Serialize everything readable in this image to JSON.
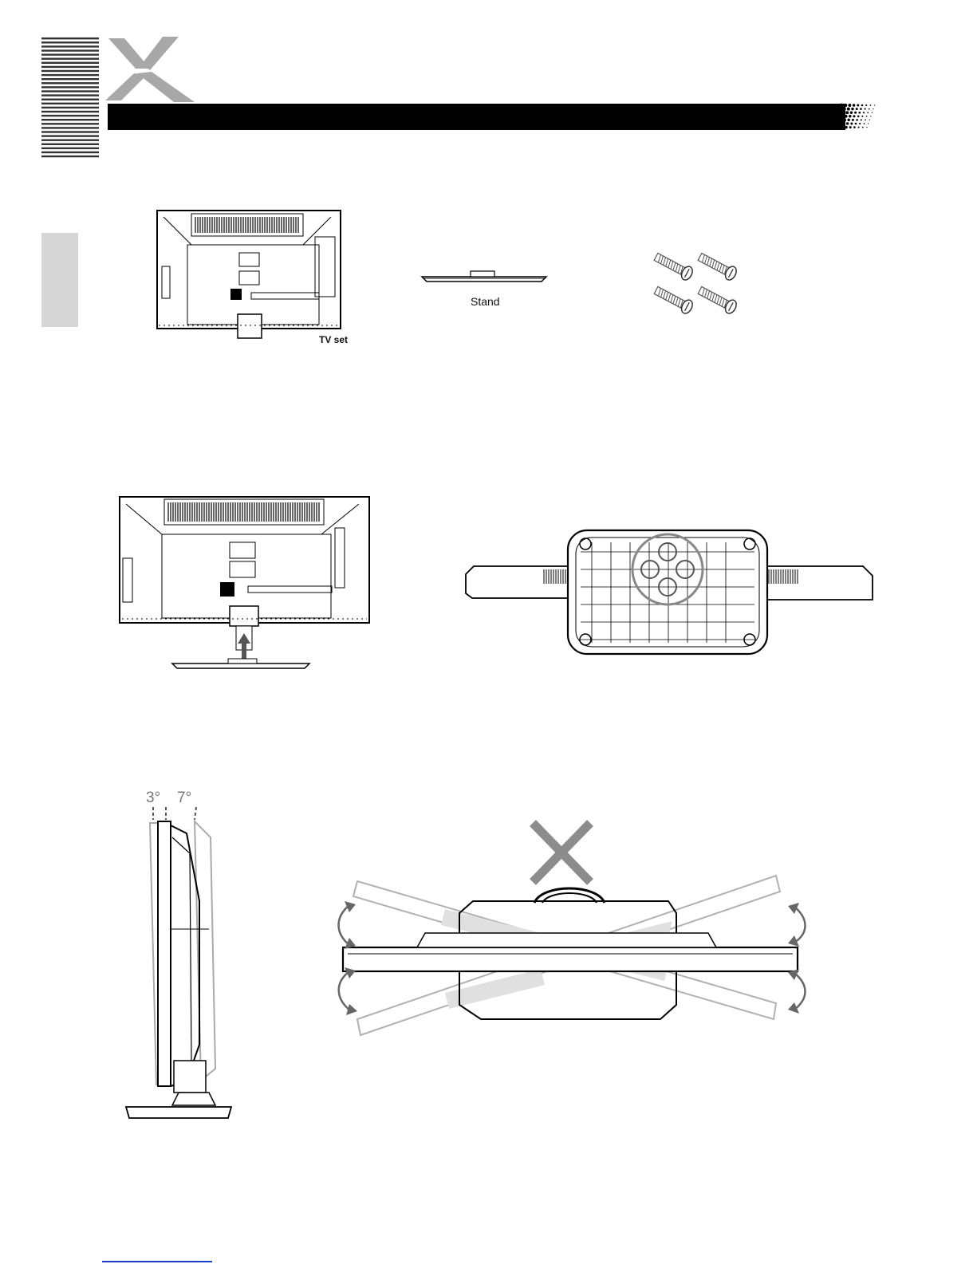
{
  "labels": {
    "tv_set": "TV set",
    "stand": "Stand",
    "tilt_back": "3°",
    "tilt_front": "7°"
  },
  "icons": {
    "logo": "x-logo-icon",
    "wrong": "cross-mark-icon",
    "rotate": "rotation-arrow-icon",
    "insert": "up-arrow-icon"
  },
  "colors": {
    "header_bar": "#000000",
    "side_tab": "#d6d6d6",
    "logo_gray": "#a8a8a8",
    "cross_gray": "#8c8c8c",
    "footer_link": "#1a3fc4"
  }
}
